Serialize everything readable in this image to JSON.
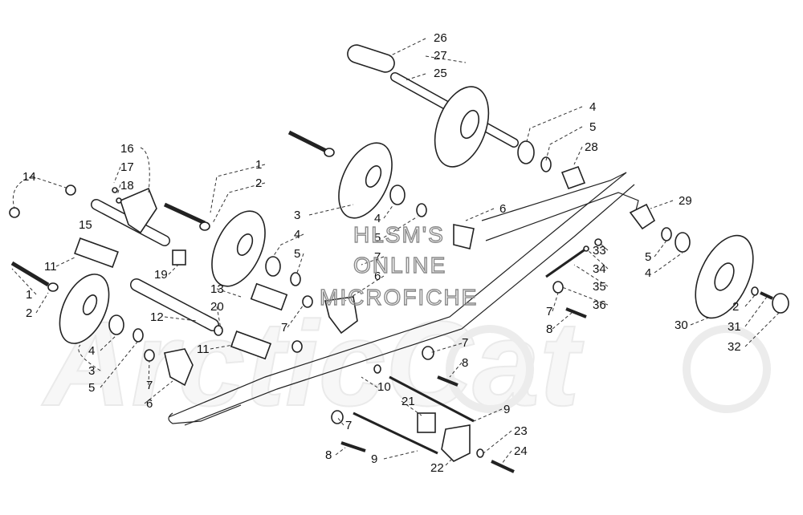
{
  "watermark": {
    "site_lines": [
      "HLSM'S",
      "ONLINE",
      "MICROFICHE"
    ],
    "brand": "ArcticCat"
  },
  "callouts": [
    {
      "id": "c26a",
      "text": "26"
    },
    {
      "id": "c27",
      "text": "27"
    },
    {
      "id": "c25",
      "text": "25"
    },
    {
      "id": "c4a",
      "text": "4"
    },
    {
      "id": "c5a",
      "text": "5"
    },
    {
      "id": "c28",
      "text": "28"
    },
    {
      "id": "c16",
      "text": "16"
    },
    {
      "id": "c17",
      "text": "17"
    },
    {
      "id": "c18",
      "text": "18"
    },
    {
      "id": "c14",
      "text": "14"
    },
    {
      "id": "c15",
      "text": "15"
    },
    {
      "id": "c1a",
      "text": "1"
    },
    {
      "id": "c2a",
      "text": "2"
    },
    {
      "id": "c3a",
      "text": "3"
    },
    {
      "id": "c4b",
      "text": "4"
    },
    {
      "id": "c5b",
      "text": "5"
    },
    {
      "id": "c7a",
      "text": "7"
    },
    {
      "id": "c6a",
      "text": "6"
    },
    {
      "id": "c6b",
      "text": "6"
    },
    {
      "id": "c29",
      "text": "29"
    },
    {
      "id": "c33",
      "text": "33"
    },
    {
      "id": "c34",
      "text": "34"
    },
    {
      "id": "c35",
      "text": "35"
    },
    {
      "id": "c36",
      "text": "36"
    },
    {
      "id": "c5c",
      "text": "5"
    },
    {
      "id": "c4c",
      "text": "4"
    },
    {
      "id": "c11a",
      "text": "11"
    },
    {
      "id": "c19",
      "text": "19"
    },
    {
      "id": "c13",
      "text": "13"
    },
    {
      "id": "c20",
      "text": "20"
    },
    {
      "id": "c1b",
      "text": "1"
    },
    {
      "id": "c2b",
      "text": "2"
    },
    {
      "id": "c12",
      "text": "12"
    },
    {
      "id": "c7b",
      "text": "7"
    },
    {
      "id": "c8a",
      "text": "8"
    },
    {
      "id": "c7c",
      "text": "7"
    },
    {
      "id": "c30",
      "text": "30"
    },
    {
      "id": "c2c",
      "text": "2"
    },
    {
      "id": "c31",
      "text": "31"
    },
    {
      "id": "c32",
      "text": "32"
    },
    {
      "id": "c4d",
      "text": "4"
    },
    {
      "id": "c11b",
      "text": "11"
    },
    {
      "id": "c7d",
      "text": "7"
    },
    {
      "id": "c8b",
      "text": "8"
    },
    {
      "id": "c3b",
      "text": "3"
    },
    {
      "id": "c5d",
      "text": "5"
    },
    {
      "id": "c7e",
      "text": "7"
    },
    {
      "id": "c10",
      "text": "10"
    },
    {
      "id": "c6c",
      "text": "6"
    },
    {
      "id": "c21",
      "text": "21"
    },
    {
      "id": "c9a",
      "text": "9"
    },
    {
      "id": "c7f",
      "text": "7"
    },
    {
      "id": "c23",
      "text": "23"
    },
    {
      "id": "c24",
      "text": "24"
    },
    {
      "id": "c8c",
      "text": "8"
    },
    {
      "id": "c9b",
      "text": "9"
    },
    {
      "id": "c22",
      "text": "22"
    }
  ]
}
